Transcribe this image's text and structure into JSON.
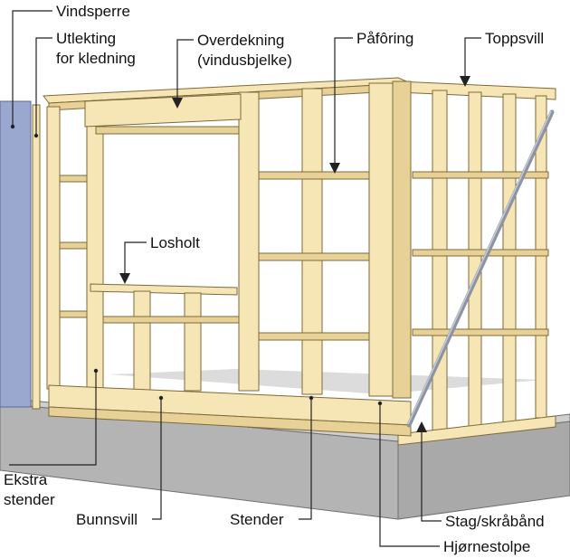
{
  "labels": {
    "vindsperre": "Vindsperre",
    "utlekting_1": "Utlekting",
    "utlekting_2": "for kledning",
    "overdekning_1": "Overdekning",
    "overdekning_2": "(vindusbjelke)",
    "paforing": "Påfôring",
    "toppsvill": "Toppsvill",
    "losholt": "Losholt",
    "ekstra_1": "Ekstra",
    "ekstra_2": "stender",
    "bunnsvill": "Bunnsvill",
    "stender": "Stender",
    "stag": "Stag/skråbånd",
    "hjornestolpe": "Hjørnestolpe"
  },
  "colors": {
    "timber": "#f6e6b6",
    "timber_shade": "#e7d196",
    "timber_edge": "#7d6a3a",
    "foundation": "#b4b4b4",
    "foundation_top": "#cfcfcf",
    "floor": "#dcdcdc",
    "wind_barrier": "#9aa8cf",
    "strap": "#8c94a3"
  }
}
